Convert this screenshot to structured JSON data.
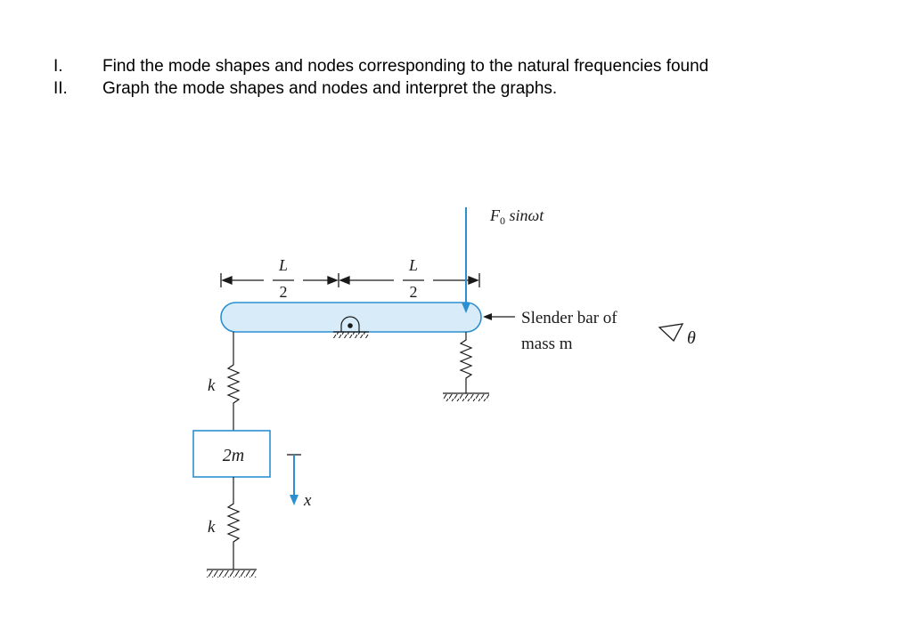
{
  "tasks": [
    {
      "number": "I.",
      "text": "Find the mode shapes and nodes corresponding to the natural frequencies found"
    },
    {
      "number": "II.",
      "text": "Graph the mode shapes and nodes and interpret the graphs."
    }
  ],
  "diagram": {
    "dimension_L": "L",
    "dimension_2": "2",
    "force_label_F": "F",
    "force_label_sub": "0",
    "force_label_rest": " sinωt",
    "bar_label_line1": "Slender bar of",
    "bar_label_line2": "mass m",
    "theta_symbol": "θ",
    "spring_upper_k": "k",
    "spring_lower_k": "k",
    "mass_label": "2m",
    "coordinate_label": "x",
    "colors": {
      "ink": "#1a1a1a",
      "accent": "#2b8fd0",
      "bar_fill": "#d7ecf8",
      "mass_fill": "#ffffff"
    }
  }
}
